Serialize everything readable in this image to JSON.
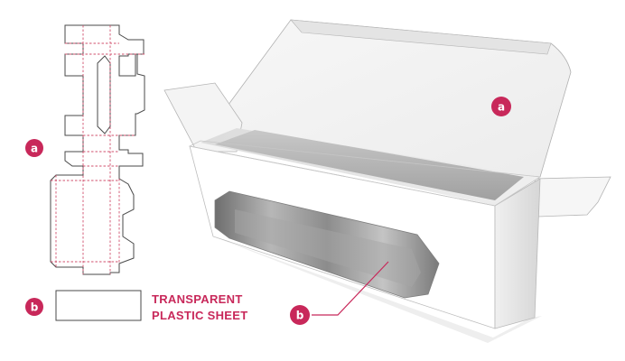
{
  "colors": {
    "accent": "#c8285a",
    "cut_line": "#4a4a4a",
    "fold_line": "#d0506e",
    "box_face": "#ffffff",
    "box_shadow": "#9a9a9a",
    "window": "#8d8d8d"
  },
  "callouts": {
    "a": "a",
    "b": "a",
    "c": "b",
    "d": "b"
  },
  "sheet_label": {
    "line1": "TRANSPARENT",
    "line2": "PLASTIC SHEET"
  }
}
